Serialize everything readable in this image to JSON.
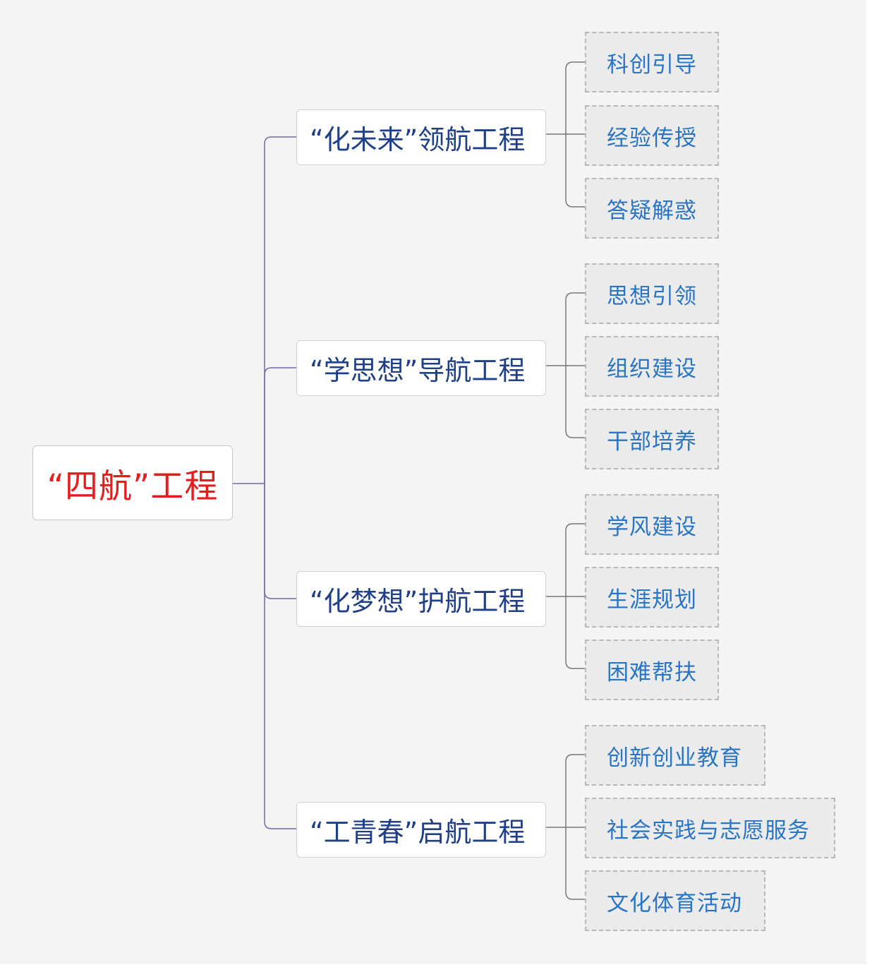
{
  "root": {
    "label": "“四航”工程"
  },
  "branches": [
    {
      "label": "“化未来”领航工程",
      "children": [
        "科创引导",
        "经验传授",
        "答疑解惑"
      ]
    },
    {
      "label": "“学思想”导航工程",
      "children": [
        "思想引领",
        "组织建设",
        "干部培养"
      ]
    },
    {
      "label": "“化梦想”护航工程",
      "children": [
        "学风建设",
        "生涯规划",
        "困难帮扶"
      ]
    },
    {
      "label": "“工青春”启航工程",
      "children": [
        "创新创业教育",
        "社会实践与志愿服务",
        "文化体育活动"
      ]
    }
  ],
  "colors": {
    "root_text": "#e41e1e",
    "branch_text": "#1f3f86",
    "leaf_text": "#2a74c4",
    "connector_root": "#6e6aa6",
    "connector_branch": "#777777"
  }
}
